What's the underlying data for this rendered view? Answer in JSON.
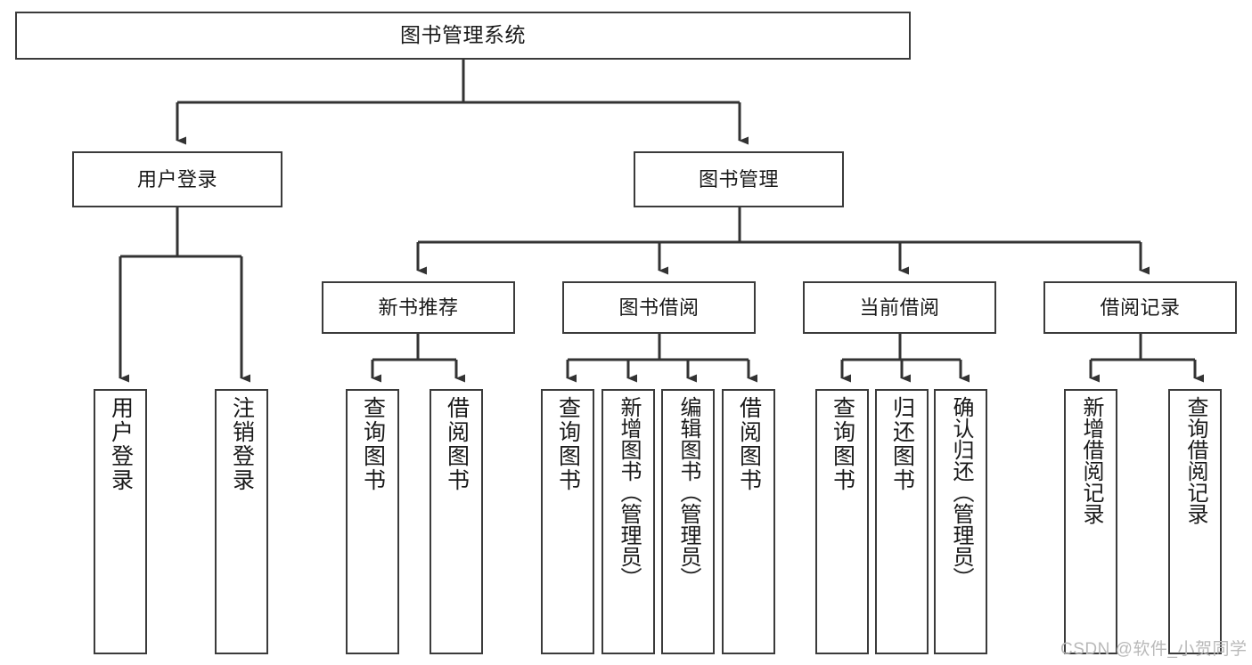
{
  "diagram": {
    "type": "tree-hierarchy-chart",
    "title": "图书管理系统",
    "orientation": "top-down",
    "colors": {
      "box_border": "#3b3b3b",
      "box_fill": "#ffffff",
      "connector": "#333333",
      "text": "#1a1a1a",
      "watermark": "#b9b9b9",
      "background": "#ffffff"
    },
    "root": {
      "label": "图书管理系统"
    },
    "level2": [
      {
        "label": "用户登录"
      },
      {
        "label": "图书管理"
      }
    ],
    "level3": [
      {
        "label": "新书推荐"
      },
      {
        "label": "图书借阅"
      },
      {
        "label": "当前借阅"
      },
      {
        "label": "借阅记录"
      }
    ],
    "leaves": {
      "user_login": [
        {
          "label": "用户登录"
        },
        {
          "label": "注销登录"
        }
      ],
      "new_book_recommend": [
        {
          "label": "查询图书"
        },
        {
          "label": "借阅图书"
        }
      ],
      "book_borrow": [
        {
          "label": "查询图书"
        },
        {
          "label": "新增图书（管理员）"
        },
        {
          "label": "编辑图书（管理员）"
        },
        {
          "label": "借阅图书"
        }
      ],
      "current_borrow": [
        {
          "label": "查询图书"
        },
        {
          "label": "归还图书"
        },
        {
          "label": "确认归还（管理员）"
        }
      ],
      "borrow_record": [
        {
          "label": "新增借阅记录"
        },
        {
          "label": "查询借阅记录"
        }
      ]
    }
  },
  "watermark": {
    "text": "CSDN @软件_小贺同学"
  }
}
